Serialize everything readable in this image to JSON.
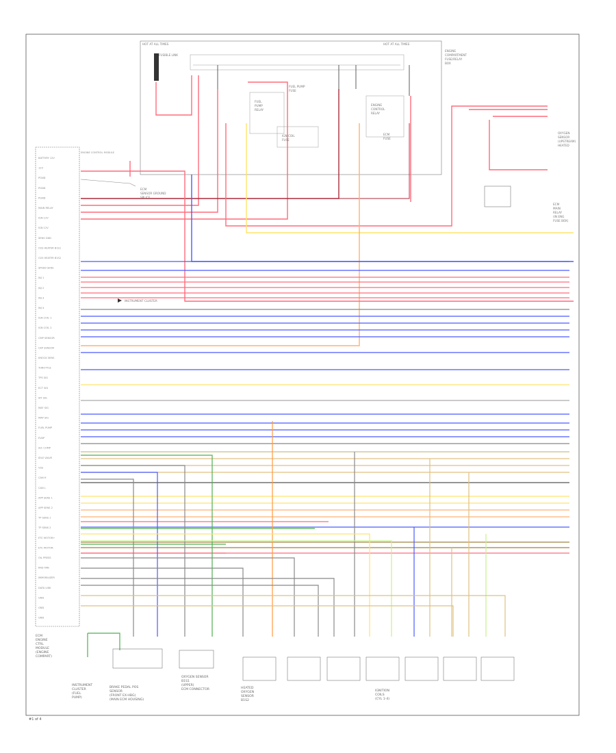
{
  "top_box": {
    "left_title": "HOT AT ALL TIMES",
    "right_title": "HOT AT ALL TIMES",
    "fuse_label": "FUSIBLE LINK",
    "right_note": [
      "ENGINE",
      "COMPARTMENT",
      "FUSE/RELAY",
      "BOX"
    ],
    "fuel_pump_relay": [
      "FUEL",
      "PUMP",
      "RELAY"
    ],
    "fuel_pump_fuse": [
      "FUEL PUMP",
      "FUSE"
    ],
    "main_relay": [
      "ENGINE",
      "CONTROL",
      "RELAY"
    ],
    "ign_coil_fuse": [
      "IGN COIL",
      "FUSE"
    ],
    "ecm_fuse": [
      "ECM",
      "FUSE"
    ]
  },
  "ecm_header": "ENGINE CONTROL MODULE",
  "ecm_pins": [
    "BATTERY 12V",
    "12V",
    "PGND",
    "PGND",
    "PGND",
    "MAIN RELAY",
    "IGN 12V",
    "IGN 12V",
    "SENS GND",
    "O2S HEATER B1S1",
    "O2S HEATER B1S2",
    "SPEED SENS",
    "INJ 1",
    "INJ 2",
    "INJ 3",
    "INJ 4",
    "IGN COIL 1",
    "IGN COIL 2",
    "CMP SENSOR",
    "CKP SENSOR",
    "KNOCK SENS",
    "THROTTLE",
    "TPS SIG",
    "ECT SIG",
    "IAT SIG",
    "MAF SIG",
    "MAP SIG",
    "FUEL PUMP",
    "EVAP",
    "A/C COMP",
    "IDLE VALVE",
    "VSS",
    "CAN H",
    "CAN L",
    "APP SENS 1",
    "APP SENS 2",
    "TP SENS 1",
    "TP SENS 2",
    "ETC MOTOR+",
    "ETC MOTOR-",
    "OIL PRESS",
    "RAD FAN",
    "IMMOBILIZER",
    "DATA LINK",
    "GND",
    "GND",
    "GND"
  ],
  "bottom_components": [
    {
      "name": [
        "INSTRUMENT",
        "CLUSTER",
        "(FUEL",
        "PUMP)"
      ]
    },
    {
      "name": [
        "BRAKE PEDAL POS",
        "SENSOR",
        "(FRONT EX-HBG)",
        "(MAIN ECM HOUSING)"
      ]
    },
    {
      "name": [
        "OXYGEN SENSOR",
        "B1S1",
        "(UPPER)",
        "ECM CONNECTOR"
      ]
    },
    {
      "name": [
        "HEATED",
        "OXYGEN",
        "SENSOR",
        "B1S2"
      ]
    },
    {
      "name": [
        "IGNITION",
        "COILS",
        "(CYL 1-4)"
      ]
    }
  ],
  "right_labels": {
    "relay_note": [
      "ECM",
      "MAIN",
      "RELAY",
      "(IN ENG",
      "FUSE BOX)"
    ],
    "sensor_note": [
      "OXYGEN",
      "SENSOR",
      "(UPSTREAM)",
      "HEATED"
    ]
  },
  "callouts": {
    "sensor_ground": [
      "ECM",
      "SENSOR GROUND",
      "SPLICE"
    ],
    "instrument_cluster": "INSTRUMENT CLUSTER"
  },
  "left_block": [
    "ECM",
    "ENGINE",
    "CTRL",
    "MODULE",
    "(ENGINE",
    "COMPART)"
  ],
  "footer": "#1 of 4"
}
